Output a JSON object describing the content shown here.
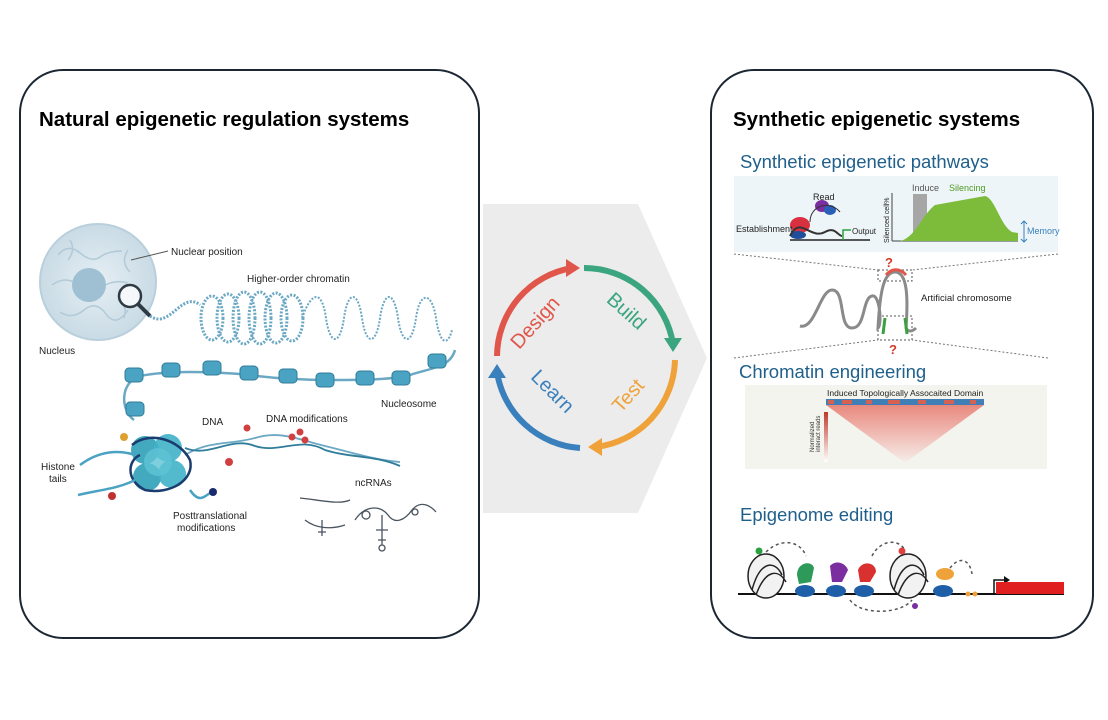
{
  "left_panel": {
    "title": "Natural epigenetic regulation systems",
    "labels": {
      "nuclear_position": "Nuclear position",
      "higher_order": "Higher-order chromatin",
      "nucleus": "Nucleus",
      "nucleosome": "Nucleosome",
      "dna": "DNA",
      "dna_mod": "DNA modifications",
      "histone_line1": "Histone",
      "histone_line2": "tails",
      "ptm_line1": "Posttranslational",
      "ptm_line2": "modifications",
      "ncrnas": "ncRNAs"
    }
  },
  "cycle": {
    "steps": [
      "Design",
      "Build",
      "Test",
      "Learn"
    ],
    "colors": {
      "design": "#e0564a",
      "build": "#3aa57f",
      "test": "#f0a23a",
      "learn": "#3a80bd"
    }
  },
  "right_panel": {
    "title": "Synthetic epigenetic systems",
    "pathways": {
      "heading": "Synthetic epigenetic pathways",
      "read": "Read",
      "establishment": "Establishment",
      "output": "Output",
      "ylabel": "Silenced cell%",
      "induce": "Induce",
      "silencing": "Silencing",
      "memory": "Memory"
    },
    "artificial": {
      "label": "Artificial chromosome",
      "question": "?"
    },
    "chromatin": {
      "heading": "Chromatin engineering",
      "tad_label": "Induced Topologically Assocaited Domain",
      "ylabel1": "Normalized",
      "ylabel2": "interact reads"
    },
    "editing": {
      "heading": "Epigenome editing"
    }
  }
}
